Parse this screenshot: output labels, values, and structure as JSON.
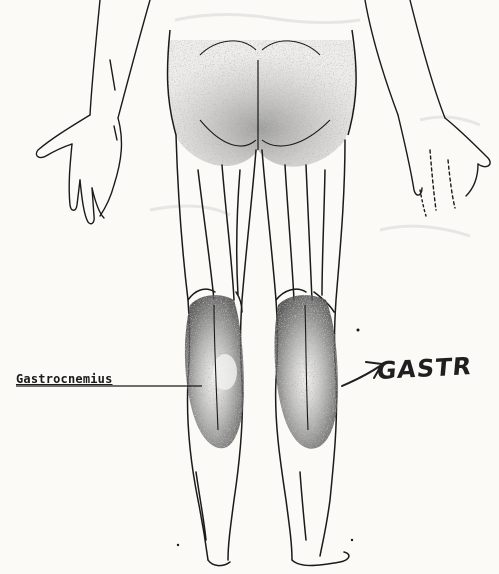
{
  "labels": {
    "printed": "Gastrocnemius",
    "handwritten": "GASTR"
  },
  "colors": {
    "ink": "#1a1a1a",
    "paper": "#fbfaf7",
    "shading": "#7a7a7a"
  },
  "figure_elements": [
    "hips",
    "left-hand",
    "right-hand",
    "left-leg",
    "right-leg",
    "left-calf",
    "right-calf",
    "arrow"
  ]
}
